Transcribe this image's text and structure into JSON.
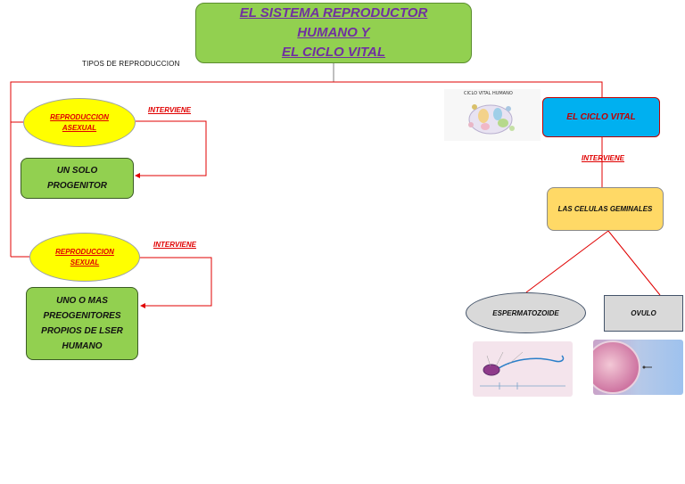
{
  "title": {
    "line1": "EL SISTEMA REPRODUCTOR HUMANO Y",
    "line2": "EL CICLO VITAL"
  },
  "caption": "TIPOS DE REPRODUCCION",
  "left_branch": {
    "asexual": {
      "line1": "REPRODUCCION",
      "line2": "ASEXUAL"
    },
    "asexual_connector": "INTERVIENE",
    "asexual_result": {
      "line1": "UN SOLO",
      "line2": "PROGENITOR"
    },
    "sexual": {
      "line1": "REPRODUCCION",
      "line2": "SEXUAL"
    },
    "sexual_connector": "INTERVIENE",
    "sexual_result": {
      "line1": "UNO O MAS",
      "line2": "PREOGENITORES",
      "line3": "PROPIOS DE LSER",
      "line4": "HUMANO"
    }
  },
  "right_branch": {
    "image_caption": "CICLO VITAL HUMANO",
    "cycle": "EL CICLO VITAL",
    "connector": "INTERVIENE",
    "cells": "LAS CELULAS GEMINALES",
    "sperm": "ESPERMATOZOIDE",
    "ovule": "OVULO"
  },
  "colors": {
    "title_fill": "#92d050",
    "title_text": "#7030a0",
    "ellipse_fill": "#ffff00",
    "connector_red": "#e00000",
    "cycle_fill": "#00b0f0",
    "cells_fill": "#ffd966",
    "grey_fill": "#d9d9d9"
  }
}
